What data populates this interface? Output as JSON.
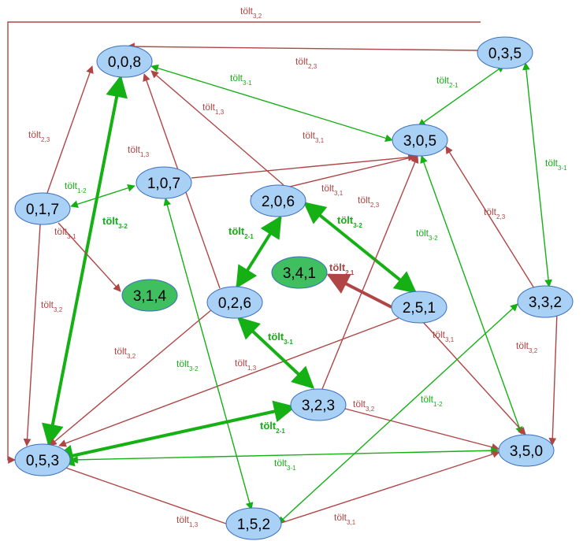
{
  "colors": {
    "red": "#b04545",
    "green": "#14b014",
    "node_blue": "#a9d0f5",
    "node_green": "#3fbf60",
    "node_stroke": "#3a6ec0"
  },
  "nodes": [
    {
      "id": "008",
      "label": "0,0,8",
      "color": "blue"
    },
    {
      "id": "035",
      "label": "0,3,5",
      "color": "blue"
    },
    {
      "id": "305",
      "label": "3,0,5",
      "color": "blue"
    },
    {
      "id": "107",
      "label": "1,0,7",
      "color": "blue"
    },
    {
      "id": "017",
      "label": "0,1,7",
      "color": "blue"
    },
    {
      "id": "206",
      "label": "2,0,6",
      "color": "blue"
    },
    {
      "id": "341",
      "label": "3,4,1",
      "color": "green"
    },
    {
      "id": "314",
      "label": "3,1,4",
      "color": "green"
    },
    {
      "id": "026",
      "label": "0,2,6",
      "color": "blue"
    },
    {
      "id": "251",
      "label": "2,5,1",
      "color": "blue"
    },
    {
      "id": "332",
      "label": "3,3,2",
      "color": "blue"
    },
    {
      "id": "323",
      "label": "3,2,3",
      "color": "blue"
    },
    {
      "id": "053",
      "label": "0,5,3",
      "color": "blue"
    },
    {
      "id": "350",
      "label": "3,5,0",
      "color": "blue"
    },
    {
      "id": "152",
      "label": "1,5,2",
      "color": "blue"
    }
  ],
  "edges": [
    {
      "id": "e1",
      "from": "035",
      "to": "053",
      "color": "red",
      "label_main": "tölt",
      "label_sub": "3,2"
    },
    {
      "id": "e2",
      "from": "035",
      "to": "008",
      "color": "red",
      "label_main": "tölt",
      "label_sub": "2,3"
    },
    {
      "id": "e3",
      "from": "008",
      "to": "305",
      "color": "green",
      "label_main": "tölt",
      "label_sub": "3-1",
      "both": true
    },
    {
      "id": "e4",
      "from": "305",
      "to": "035",
      "color": "green",
      "label_main": "tölt",
      "label_sub": "2-1",
      "both": true
    },
    {
      "id": "e5",
      "from": "035",
      "to": "332",
      "color": "green",
      "label_main": "tölt",
      "label_sub": "3-1",
      "both": true
    },
    {
      "id": "e6",
      "from": "017",
      "to": "008",
      "color": "red",
      "label_main": "tölt",
      "label_sub": "2,3"
    },
    {
      "id": "e7",
      "from": "206",
      "to": "008",
      "color": "red",
      "label_main": "tölt",
      "label_sub": "1,3"
    },
    {
      "id": "e8",
      "from": "107",
      "to": "305",
      "color": "red",
      "label_main": "tölt",
      "label_sub": "3,1"
    },
    {
      "id": "e9",
      "from": "017",
      "to": "107",
      "color": "green",
      "label_main": "tölt",
      "label_sub": "1-2",
      "both": true
    },
    {
      "id": "e10",
      "from": "008",
      "to": "053",
      "color": "green",
      "label_main": "tölt",
      "label_sub": "3-2",
      "both": true,
      "bold": true
    },
    {
      "id": "e11",
      "from": "017",
      "to": "314",
      "color": "red",
      "label_main": "tölt",
      "label_sub": "3-1"
    },
    {
      "id": "e12",
      "from": "017",
      "to": "053",
      "color": "red",
      "label_main": "tölt",
      "label_sub": "3,2"
    },
    {
      "id": "e13",
      "from": "026",
      "to": "008",
      "color": "red",
      "label_main": "tölt",
      "label_sub": "1,3"
    },
    {
      "id": "e14",
      "from": "206",
      "to": "305",
      "color": "red",
      "label_main": "tölt",
      "label_sub": "3,1"
    },
    {
      "id": "e15",
      "from": "026",
      "to": "206",
      "color": "green",
      "label_main": "tölt",
      "label_sub": "2-1",
      "both": true,
      "bold": true
    },
    {
      "id": "e16",
      "from": "206",
      "to": "251",
      "color": "green",
      "label_main": "tölt",
      "label_sub": "3-2",
      "both": true,
      "bold": true
    },
    {
      "id": "e17",
      "from": "251",
      "to": "341",
      "color": "red",
      "label_main": "tölt",
      "label_sub": "2,1",
      "bold": true
    },
    {
      "id": "e18",
      "from": "305",
      "to": "350",
      "color": "green",
      "label_main": "tölt",
      "label_sub": "3-2",
      "both": true
    },
    {
      "id": "e19",
      "from": "332",
      "to": "305",
      "color": "red",
      "label_main": "tölt",
      "label_sub": "2,3"
    },
    {
      "id": "e20",
      "from": "332",
      "to": "350",
      "color": "red",
      "label_main": "tölt",
      "label_sub": "3,2"
    },
    {
      "id": "e21",
      "from": "251",
      "to": "350",
      "color": "red",
      "label_main": "tölt",
      "label_sub": "3,1"
    },
    {
      "id": "e22",
      "from": "251",
      "to": "053",
      "color": "red",
      "label_main": "tölt",
      "label_sub": "1,3"
    },
    {
      "id": "e23",
      "from": "026",
      "to": "053",
      "color": "red",
      "label_main": "tölt",
      "label_sub": "3,2"
    },
    {
      "id": "e24",
      "from": "026",
      "to": "323",
      "color": "green",
      "label_main": "tölt",
      "label_sub": "3-1",
      "both": true,
      "bold": true
    },
    {
      "id": "e25",
      "from": "323",
      "to": "305",
      "color": "red",
      "label_main": "tölt",
      "label_sub": "2,3"
    },
    {
      "id": "e26",
      "from": "323",
      "to": "053",
      "color": "green",
      "label_main": "tölt",
      "label_sub": "2-1",
      "both": true,
      "bold": true
    },
    {
      "id": "e27",
      "from": "323",
      "to": "350",
      "color": "red",
      "label_main": "tölt",
      "label_sub": "3,2"
    },
    {
      "id": "e28",
      "from": "053",
      "to": "350",
      "color": "green",
      "label_main": "tölt",
      "label_sub": "3-1",
      "both": true
    },
    {
      "id": "e29",
      "from": "107",
      "to": "152",
      "color": "green",
      "label_main": "tölt",
      "label_sub": "3-2",
      "both": true
    },
    {
      "id": "e30",
      "from": "332",
      "to": "152",
      "color": "green",
      "label_main": "tölt",
      "label_sub": "1-2",
      "both": true
    },
    {
      "id": "e31",
      "from": "152",
      "to": "053",
      "color": "red",
      "label_main": "tölt",
      "label_sub": "1,3"
    },
    {
      "id": "e32",
      "from": "152",
      "to": "350",
      "color": "red",
      "label_main": "tölt",
      "label_sub": "3,1"
    }
  ]
}
